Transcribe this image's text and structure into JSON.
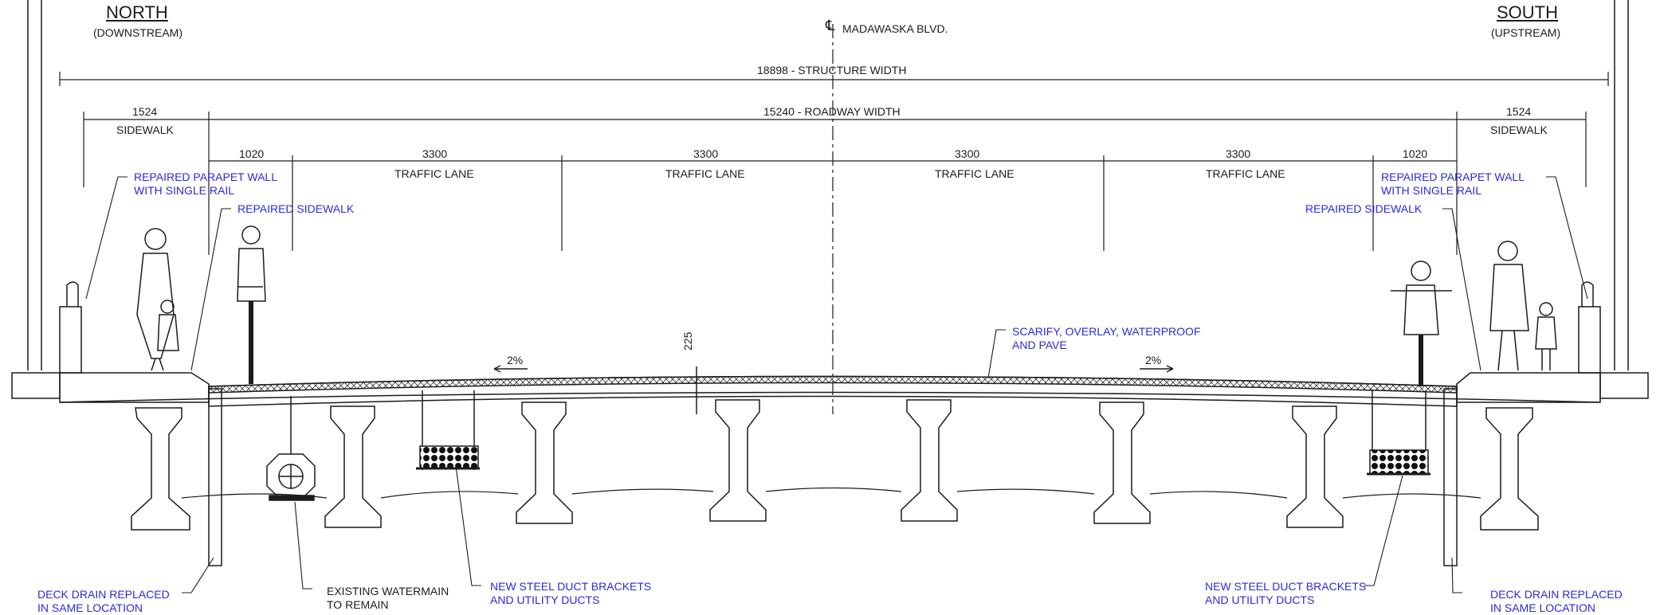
{
  "sides": {
    "north": {
      "title": "NORTH",
      "subtitle": "(DOWNSTREAM)"
    },
    "south": {
      "title": "SOUTH",
      "subtitle": "(UPSTREAM)"
    }
  },
  "centerline": {
    "symbol": "℄",
    "label": "MADAWASKA BLVD."
  },
  "dimensions": {
    "structure": "18898 - STRUCTURE WIDTH",
    "roadway": "15240 - ROADWAY WIDTH",
    "sidewalk_left": {
      "value": "1524",
      "label": "SIDEWALK"
    },
    "sidewalk_right": {
      "value": "1524",
      "label": "SIDEWALK"
    },
    "offset_left": "1020",
    "offset_right": "1020",
    "lanes": [
      {
        "value": "3300",
        "label": "TRAFFIC LANE"
      },
      {
        "value": "3300",
        "label": "TRAFFIC LANE"
      },
      {
        "value": "3300",
        "label": "TRAFFIC LANE"
      },
      {
        "value": "3300",
        "label": "TRAFFIC LANE"
      }
    ],
    "slope_left": "2%",
    "slope_right": "2%",
    "thickness": "225"
  },
  "notes": {
    "parapet_left": "REPAIRED PARAPET WALL\nWITH SINGLE RAIL",
    "parapet_right": "REPAIRED PARAPET WALL\nWITH SINGLE RAIL",
    "sidewalk_left": "REPAIRED SIDEWALK",
    "sidewalk_right": "REPAIRED SIDEWALK",
    "overlay": "SCARIFY, OVERLAY, WATERPROOF\nAND PAVE",
    "drain_left": "DECK DRAIN REPLACED\nIN SAME LOCATION",
    "drain_right": "DECK DRAIN REPLACED\nIN SAME LOCATION",
    "watermain": "EXISTING WATERMAIN\nTO REMAIN",
    "ducts_left": "NEW STEEL DUCT BRACKETS\nAND UTILITY DUCTS",
    "ducts_right": "NEW STEEL DUCT BRACKETS\nAND UTILITY DUCTS"
  },
  "colors": {
    "annotation": "#2b2bdc",
    "linework": "#1c1c1c"
  }
}
